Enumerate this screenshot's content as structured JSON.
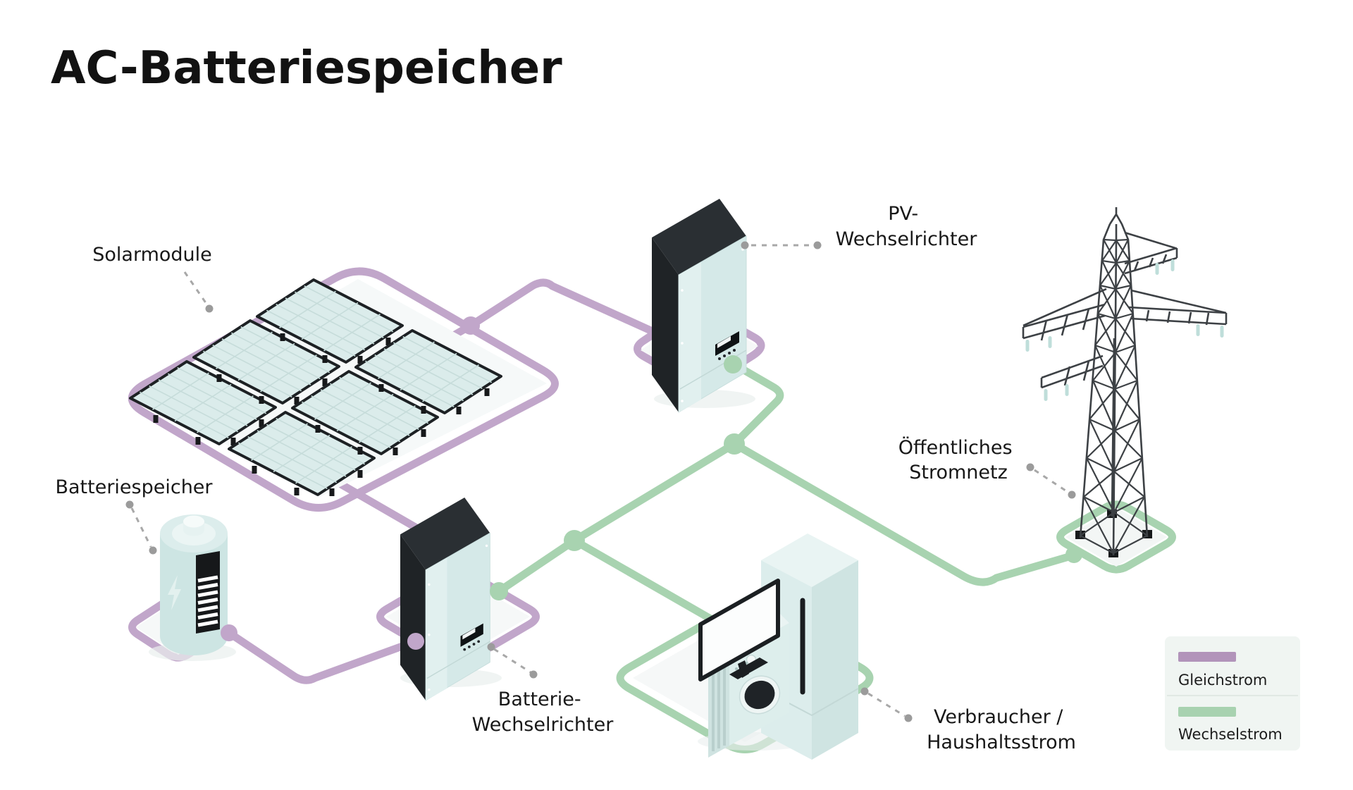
{
  "title": "AC-Batteriespeicher",
  "labels": {
    "solar": {
      "line1": "Solarmodule"
    },
    "pv_inverter": {
      "line1": "PV-",
      "line2": "Wechselrichter"
    },
    "battery": {
      "line1": "Batteriespeicher"
    },
    "battery_inverter": {
      "line1": "Batterie-",
      "line2": "Wechselrichter"
    },
    "public_grid": {
      "line1": "Öffentliches",
      "line2": "Stromnetz"
    },
    "consumers": {
      "line1": "Verbraucher /",
      "line2": "Haushaltsstrom"
    }
  },
  "legend": {
    "items": [
      {
        "label": "Gleichstrom",
        "color": "#b294ba"
      },
      {
        "label": "Wechselstrom",
        "color": "#a8d2b0"
      }
    ]
  },
  "colors": {
    "dc": "#c1a6ca",
    "ac": "#a8d3b0"
  }
}
